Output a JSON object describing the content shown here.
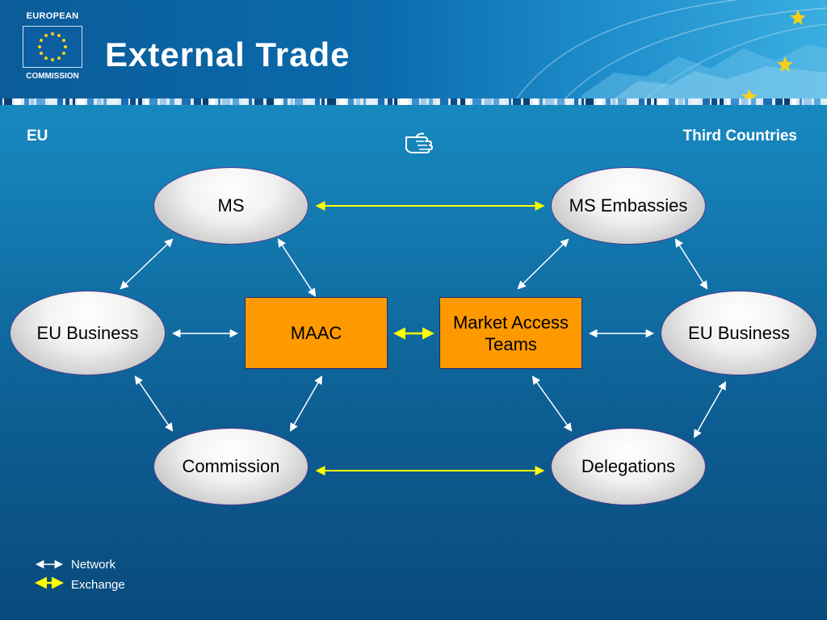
{
  "header": {
    "logo_line1": "EUROPEAN",
    "logo_line2": "COMMISSION",
    "title": "External Trade"
  },
  "corners": {
    "left": "EU",
    "right": "Third Countries"
  },
  "icons": {
    "pointer": "pointing-hand-icon"
  },
  "nodes": {
    "ms": "MS",
    "ms_embassies": "MS Embassies",
    "eu_business_left": "EU Business",
    "eu_business_right": "EU Business",
    "maac": "MAAC",
    "market_access_teams": "Market Access Teams",
    "commission": "Commission",
    "delegations": "Delegations"
  },
  "legend": {
    "network": "Network",
    "exchange": "Exchange"
  },
  "colors": {
    "network": "#ffffff",
    "exchange": "#ffff00",
    "box": "#ff9900"
  }
}
